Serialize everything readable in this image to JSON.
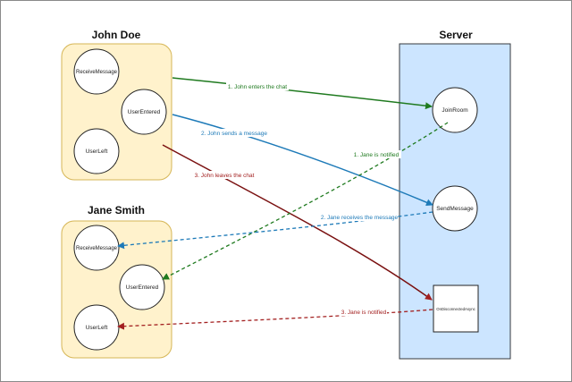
{
  "diagram": {
    "groups": {
      "john": {
        "title": "John Doe"
      },
      "jane": {
        "title": "Jane Smith"
      },
      "server": {
        "title": "Server"
      }
    },
    "john_nodes": {
      "receive_message": "ReceiveMessage",
      "user_entered": "UserEntered",
      "user_left": "UserLeft"
    },
    "jane_nodes": {
      "receive_message": "ReceiveMessage",
      "user_entered": "UserEntered",
      "user_left": "UserLeft"
    },
    "server_nodes": {
      "join_room": "JoinRoom",
      "send_message": "SendMessage",
      "on_disconnected": "OnDisconnectedAsync"
    },
    "edges": {
      "john_enters": "1. John enters the chat",
      "john_sends": "2. John sends a message",
      "john_leaves": "3. John leaves the chat",
      "jane_notified_1": "1. Jane is notified",
      "jane_receives": "2. Jane receives the message",
      "jane_notified_3": "3. Jane is notified"
    },
    "colors": {
      "client_fill": "#fff2cc",
      "client_stroke": "#d6b656",
      "server_fill": "#cce5ff",
      "server_stroke": "#36393d",
      "green": "#1f7a1f",
      "blue": "#1d7ab8",
      "red": "#a32020"
    }
  }
}
